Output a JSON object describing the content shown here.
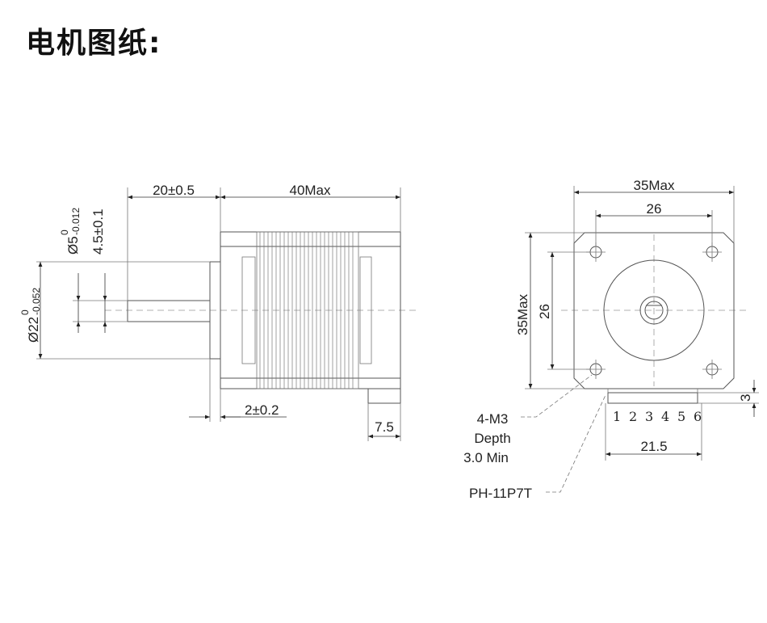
{
  "title": "电机图纸:",
  "side_view": {
    "shaft_length": "20±0.5",
    "body_length": "40Max",
    "shaft_diameter_main": "Ø5",
    "shaft_diameter_upper": "0",
    "shaft_diameter_lower": "-0.012",
    "flat_depth": "4.5±0.1",
    "boss_diameter_main": "Ø22",
    "boss_diameter_upper": "0",
    "boss_diameter_lower": "-0.052",
    "boss_height": "2±0.2",
    "connector_offset": "7.5"
  },
  "front_view": {
    "width": "35Max",
    "hole_spacing_h": "26",
    "height": "35Max",
    "hole_spacing_v": "26",
    "mount_note_line1": "4-M3",
    "mount_note_line2": "Depth",
    "mount_note_line3": "3.0 Min",
    "connector_height": "3",
    "pins": [
      "1",
      "2",
      "3",
      "4",
      "5",
      "6"
    ],
    "connector_width": "21.5",
    "connector_model": "PH-11P7T"
  }
}
